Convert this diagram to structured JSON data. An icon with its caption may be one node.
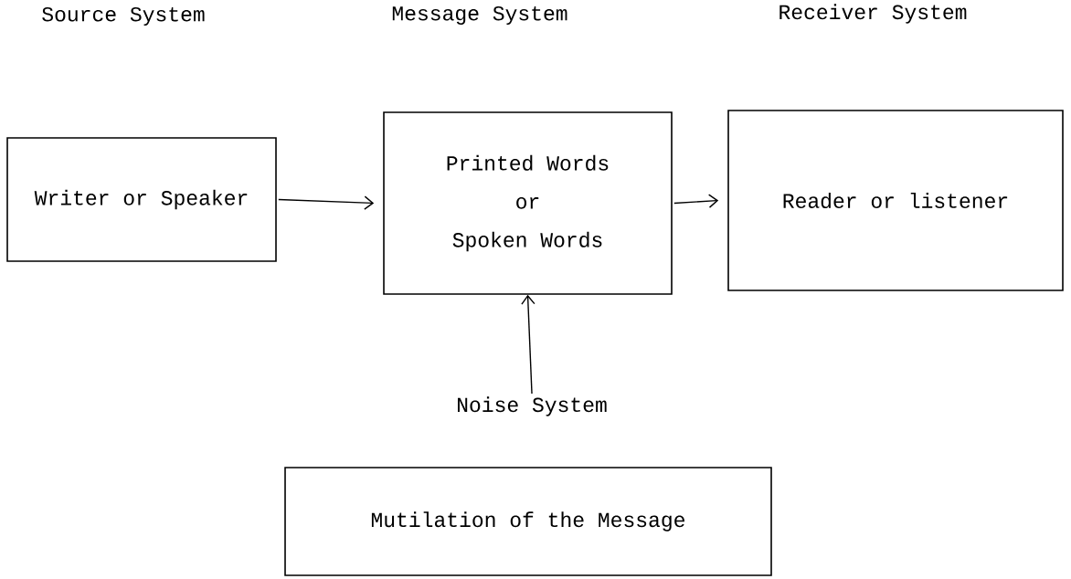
{
  "diagram": {
    "nodes": [
      {
        "text": [
          "Writer or Speaker"
        ]
      },
      {
        "text": [
          "Printed Words",
          "or",
          "Spoken Words"
        ]
      },
      {
        "text": [
          "Reader or listener"
        ]
      },
      {
        "text": [
          "Noise System"
        ]
      },
      {
        "text": [
          "Mutilation of the Message"
        ]
      }
    ],
    "edges": [
      {
        "from": 0,
        "to": 1,
        "arrow": "to"
      },
      {
        "from": 1,
        "to": 2,
        "arrow": "to"
      },
      {
        "from": 3,
        "to": 1,
        "arrow": "to"
      }
    ],
    "labels": [
      "Source System",
      "Message System",
      "Receiver System"
    ]
  }
}
